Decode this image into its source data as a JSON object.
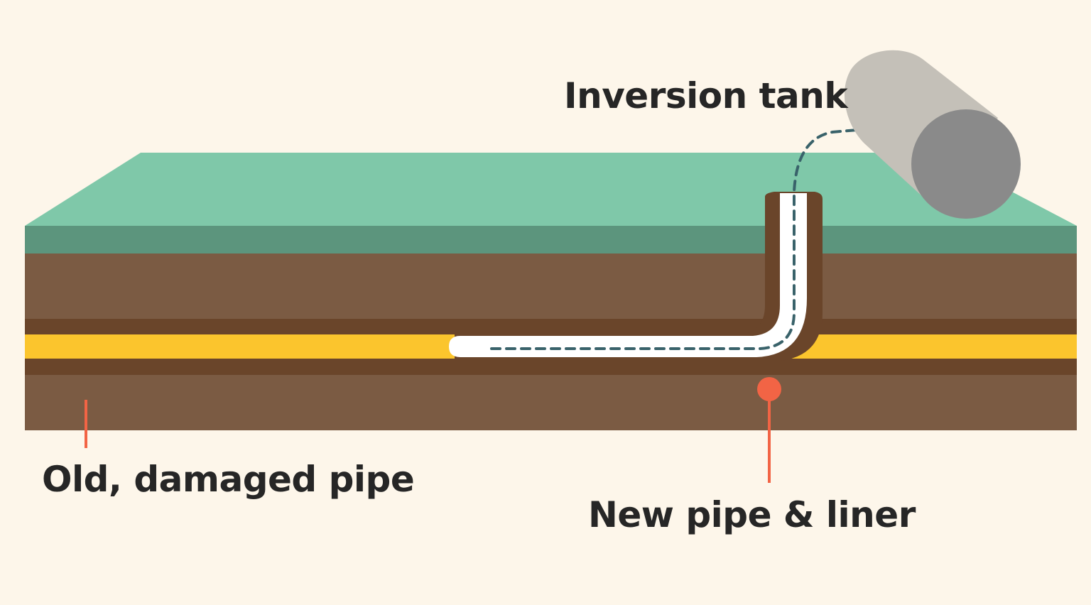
{
  "labels": {
    "inversion_tank": "Inversion tank",
    "old_pipe": "Old, damaged pipe",
    "new_pipe": "New pipe & liner"
  },
  "colors": {
    "background": "#fdf6ea",
    "grass_top": "#7fc8a9",
    "grass_front": "#5c957d",
    "soil": "#7b5b43",
    "pipe_wall": "#6a452a",
    "old_pipe_fill": "#fbc52d",
    "liner": "#ffffff",
    "path_dash": "#39626a",
    "marker": "#f26445",
    "tank_body": "#c4c0b8",
    "tank_end": "#8a8a8a",
    "text": "#262626"
  }
}
